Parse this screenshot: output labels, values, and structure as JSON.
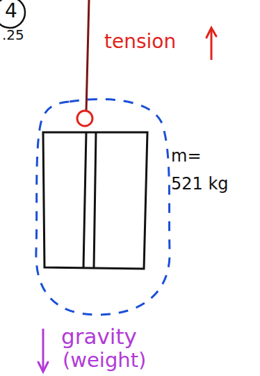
{
  "diagram": {
    "labels": [
      "4",
      ".25",
      "tension",
      "m=",
      "521 kg",
      "gravity",
      "(weight)"
    ]
  }
}
